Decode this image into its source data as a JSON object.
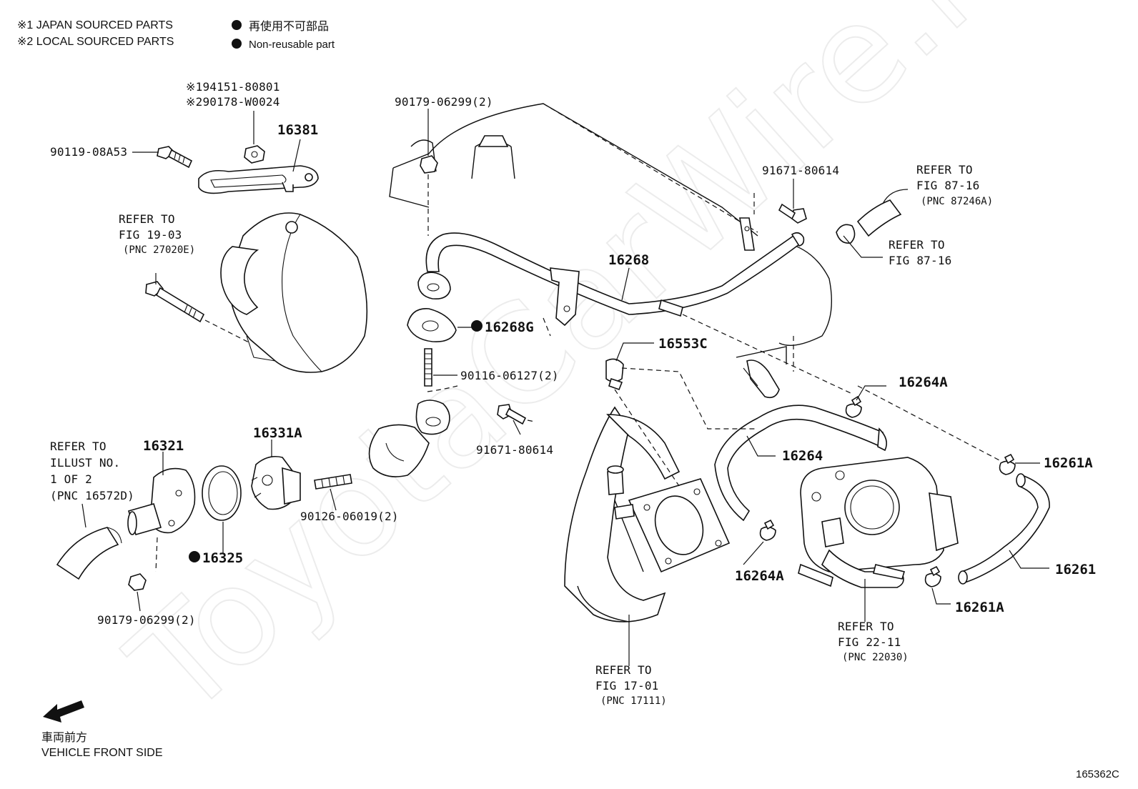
{
  "legend": {
    "japan_sourced": "※1 JAPAN SOURCED PARTS",
    "local_sourced": "※2 LOCAL SOURCED PARTS",
    "non_reusable_jp": "再使用不可部品",
    "non_reusable_en": "Non-reusable part"
  },
  "watermark": "ToyotaCarWire.ru",
  "labels": {
    "p194151": "※194151-80801",
    "p290178": "※290178-W0024",
    "p16381": "16381",
    "p90119": "90119-08A53",
    "p90179_top": "90179-06299(2)",
    "p91671_top": "91671-80614",
    "refer87_16_a_1": "REFER TO",
    "refer87_16_a_2": "FIG 87-16",
    "refer87_16_a_3": "(PNC 87246A)",
    "refer87_16_b_1": "REFER TO",
    "refer87_16_b_2": "FIG 87-16",
    "refer19_03_1": "REFER TO",
    "refer19_03_2": "FIG 19-03",
    "refer19_03_3": "(PNC 27020E)",
    "p16268": "16268",
    "p16268G": "16268G",
    "p16553C": "16553C",
    "p90116": "90116-06127(2)",
    "p16264A_top": "16264A",
    "p91671_mid": "91671-80614",
    "p16264": "16264",
    "p16261A_top": "16261A",
    "refer_illust_1": "REFER TO",
    "refer_illust_2": "ILLUST NO.",
    "refer_illust_3": "1 OF 2",
    "refer_illust_4": "(PNC 16572D)",
    "p16321": "16321",
    "p16331A": "16331A",
    "p90126": "90126-06019(2)",
    "p16325": "16325",
    "p16264A_bot": "16264A",
    "p16261": "16261",
    "p16261A_bot": "16261A",
    "p90179_bot": "90179-06299(2)",
    "refer22_11_1": "REFER TO",
    "refer22_11_2": "FIG 22-11",
    "refer22_11_3": "(PNC 22030)",
    "refer17_01_1": "REFER TO",
    "refer17_01_2": "FIG 17-01",
    "refer17_01_3": "(PNC 17111)"
  },
  "front": {
    "jp": "車両前方",
    "en": "VEHICLE FRONT SIDE"
  },
  "figure_id": "165362C"
}
